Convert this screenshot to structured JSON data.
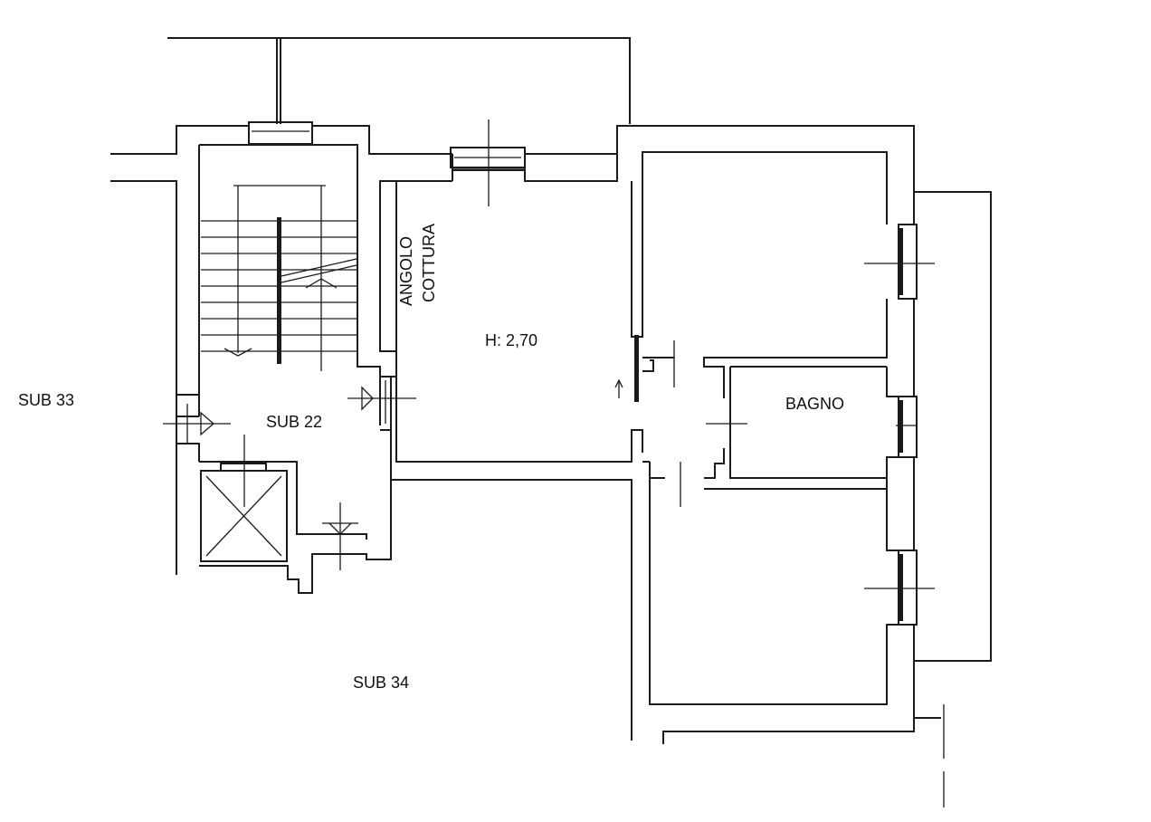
{
  "labels": {
    "sub_33": "SUB 33",
    "sub_22": "SUB 22",
    "sub_34": "SUB 34",
    "angolo": "ANGOLO",
    "cottura": "COTTURA",
    "height": "H: 2,70",
    "bagno": "BAGNO"
  },
  "colors": {
    "ink": "#1a1a1a",
    "paper": "#ffffff"
  }
}
